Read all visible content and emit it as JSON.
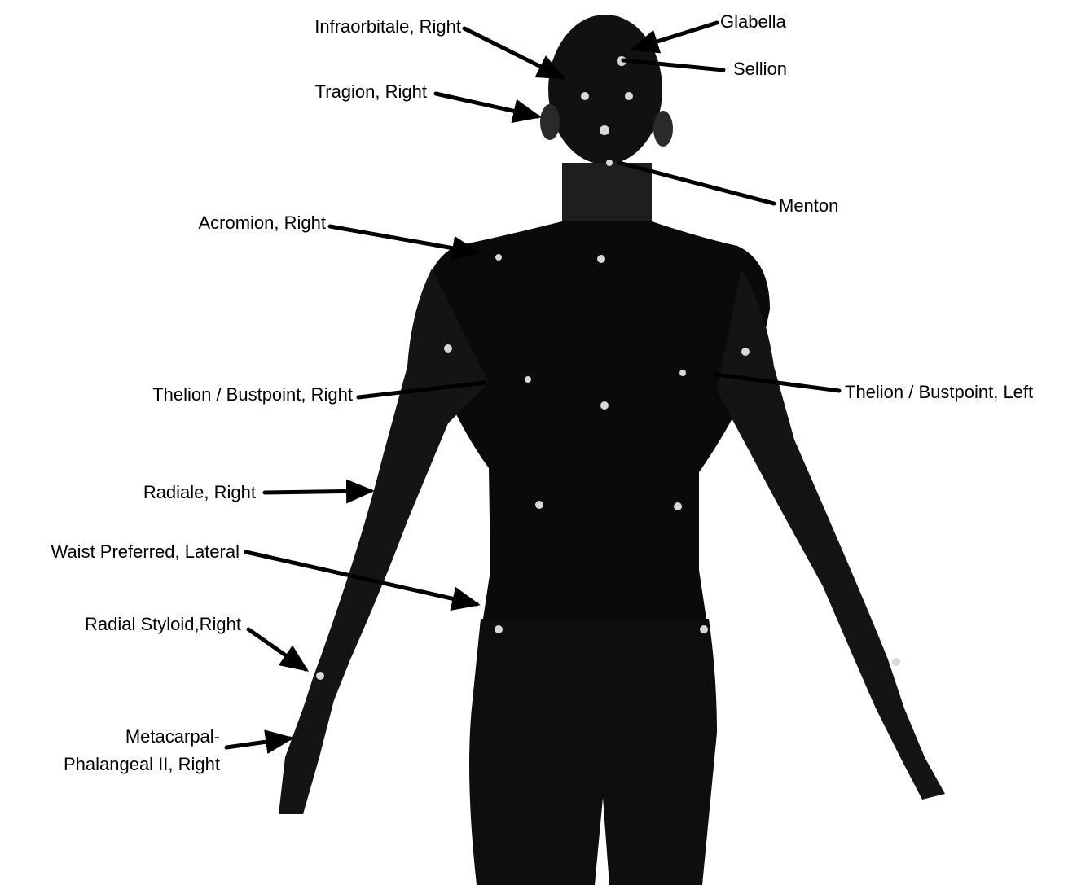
{
  "figure": {
    "labels": {
      "infraorbitale_right": "Infraorbitale, Right",
      "glabella": "Glabella",
      "sellion": "Sellion",
      "tragion_right": "Tragion, Right",
      "menton": "Menton",
      "acromion_right": "Acromion, Right",
      "thelion_right": "Thelion / Bustpoint, Right",
      "thelion_left": "Thelion / Bustpoint, Left",
      "radiale_right": "Radiale, Right",
      "waist_preferred_lateral": "Waist Preferred, Lateral",
      "radial_styloid_right": "Radial Styloid,Right",
      "metacarpal_line1": "Metacarpal-",
      "metacarpal_line2": "Phalangeal II, Right"
    },
    "colors": {
      "body": "#0a0a0a",
      "arrows": "#000000",
      "markers": "#d8d8d8",
      "background": "#ffffff"
    }
  }
}
